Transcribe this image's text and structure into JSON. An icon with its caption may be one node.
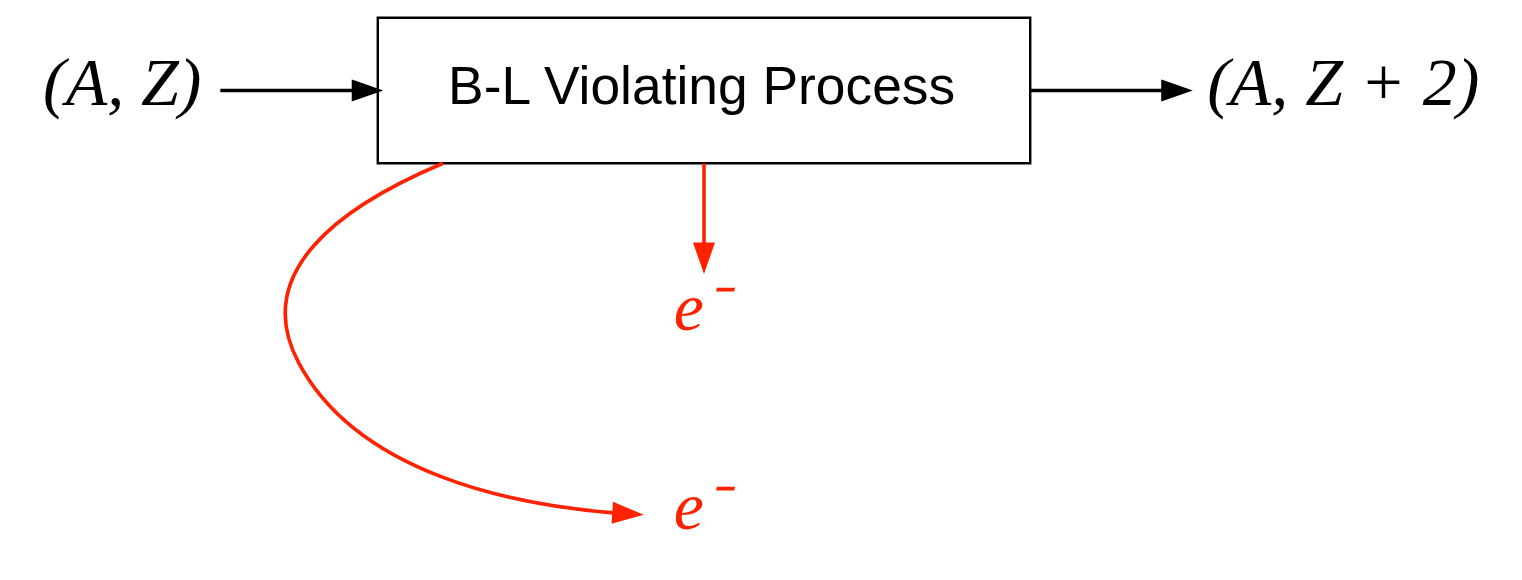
{
  "diagram": {
    "nodes": [
      {
        "text": [
          "e⁻"
        ]
      },
      {
        "text": [
          "e⁻"
        ]
      },
      {
        "text": [
          "B-L Violating Process"
        ]
      },
      {
        "text": [
          "(A, Z)"
        ]
      },
      {
        "text": [
          "(A, Z + 2)"
        ]
      }
    ],
    "edges": [
      {
        "from": 3,
        "to": 2,
        "arrow": "to"
      },
      {
        "from": 2,
        "to": 4,
        "arrow": "to"
      },
      {
        "from": 2,
        "to": 0,
        "arrow": "to",
        "color": "#ff2200"
      },
      {
        "from": 2,
        "to": 1,
        "arrow": "to",
        "color": "#ff2200"
      }
    ]
  }
}
